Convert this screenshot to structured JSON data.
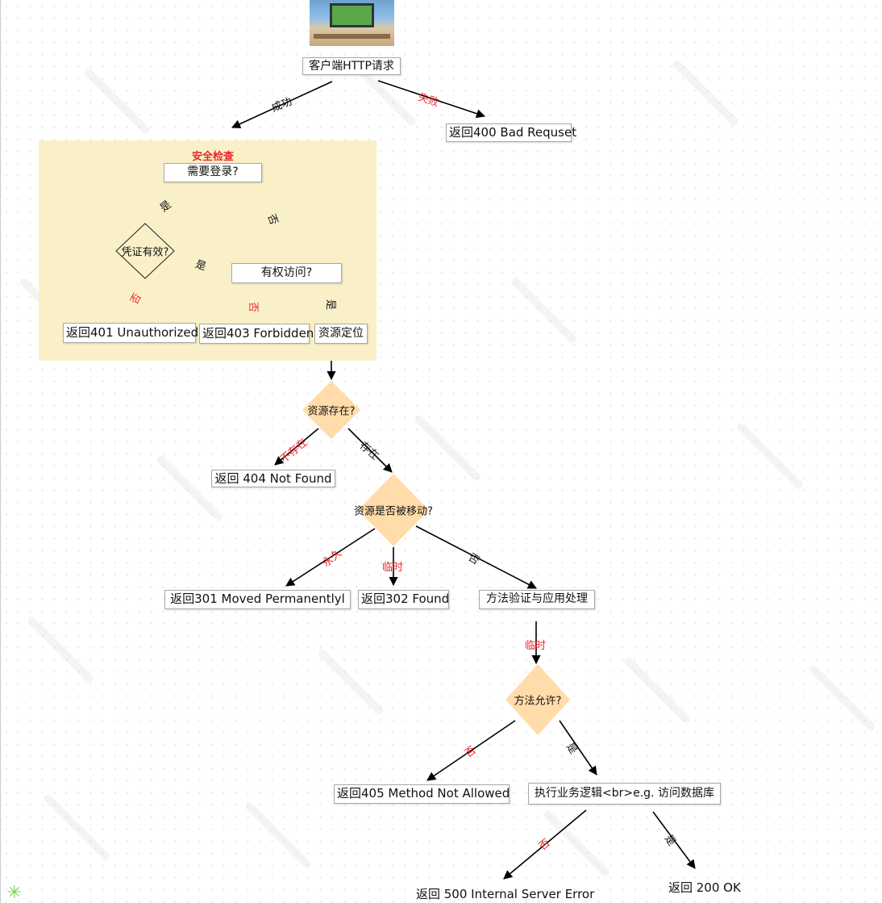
{
  "diagram": {
    "group": {
      "title": "安全检查"
    },
    "nodes": {
      "client": "客户端HTTP请求",
      "bad_request": "返回400 Bad Requset",
      "need_login": "需要登录?",
      "cred_valid": "凭证有效?",
      "has_perm": "有权访问?",
      "r401": "返回401 Unauthorized",
      "r403": "返回403 Forbidden",
      "locate": "资源定位",
      "exists": "资源存在?",
      "r404": "返回  404 Not Found",
      "moved": "资源是否被移动?",
      "r301": "返回301 Moved Permanentlyl",
      "r302": "返回302 Found",
      "method_handle": "方法验证与应用处理",
      "method_allowed": "方法允许?",
      "r405": "返回405 Method Not Allowed",
      "exec": "执行业务逻辑<br>e.g. 访问数据库",
      "r500": "返回  500 Internal Server Error",
      "r200": "返回  200 OK"
    },
    "edge_labels": {
      "success": "成功",
      "fail": "失败",
      "login_yes": "是",
      "login_no": "否",
      "cred_yes": "是",
      "cred_no": "否",
      "perm_no": "否",
      "perm_yes": "是",
      "not_exist": "不存在",
      "exist": "存在",
      "permanent": "永久",
      "temporary": "临时",
      "moved_no": "否",
      "handle_temp": "临时",
      "allowed_no": "否",
      "allowed_yes": "是",
      "exec_no": "否",
      "exec_yes": "是"
    },
    "colors": {
      "group_fill": "#faf0c8",
      "diamond_fill": "#ffdcaa",
      "red_label": "#e8262d"
    }
  }
}
